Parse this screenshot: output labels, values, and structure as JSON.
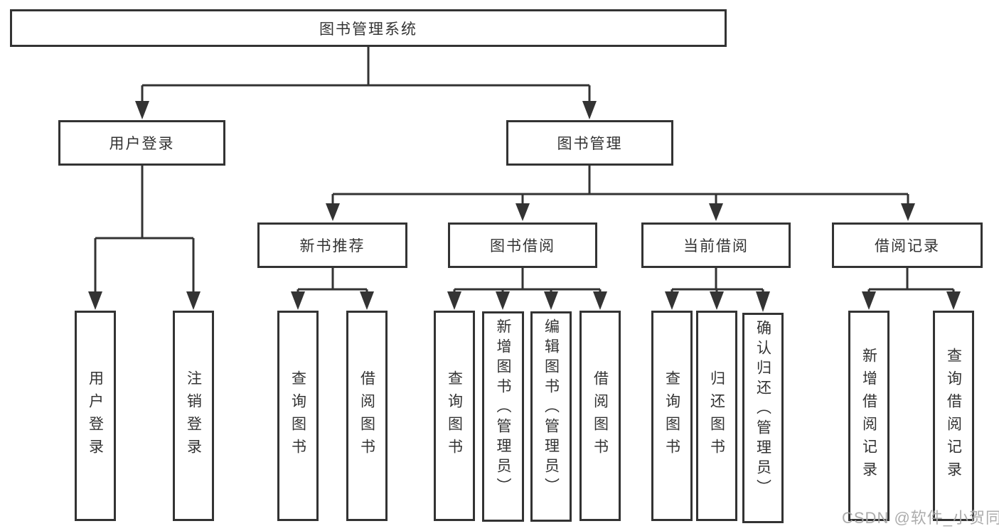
{
  "diagram": {
    "title": "图书管理系统",
    "level2": {
      "user_login": "用户登录",
      "book_management": "图书管理"
    },
    "level3": {
      "new_book_recommend": "新书推荐",
      "book_borrow": "图书借阅",
      "current_borrow": "当前借阅",
      "borrow_records": "借阅记录"
    },
    "leaves": {
      "user_login": "用户登录",
      "logout": "注销登录",
      "nb_query_books": "查询图书",
      "nb_borrow_books": "借阅图书",
      "bb_query_books": "查询图书",
      "bb_add_books_admin": "新增图书（管理员）",
      "bb_edit_books_admin": "编辑图书（管理员）",
      "bb_borrow_books": "借阅图书",
      "cb_query_books": "查询图书",
      "cb_return_books": "归还图书",
      "cb_confirm_return_admin": "确认归还（管理员）",
      "br_add_record": "新增借阅记录",
      "br_query_record": "查询借阅记录"
    }
  },
  "watermark": "CSDN @软件_小贺同学",
  "colors": {
    "line": "#333333",
    "text": "#333333",
    "box_background": "#ffffff",
    "watermark": "#a8a8a8"
  }
}
